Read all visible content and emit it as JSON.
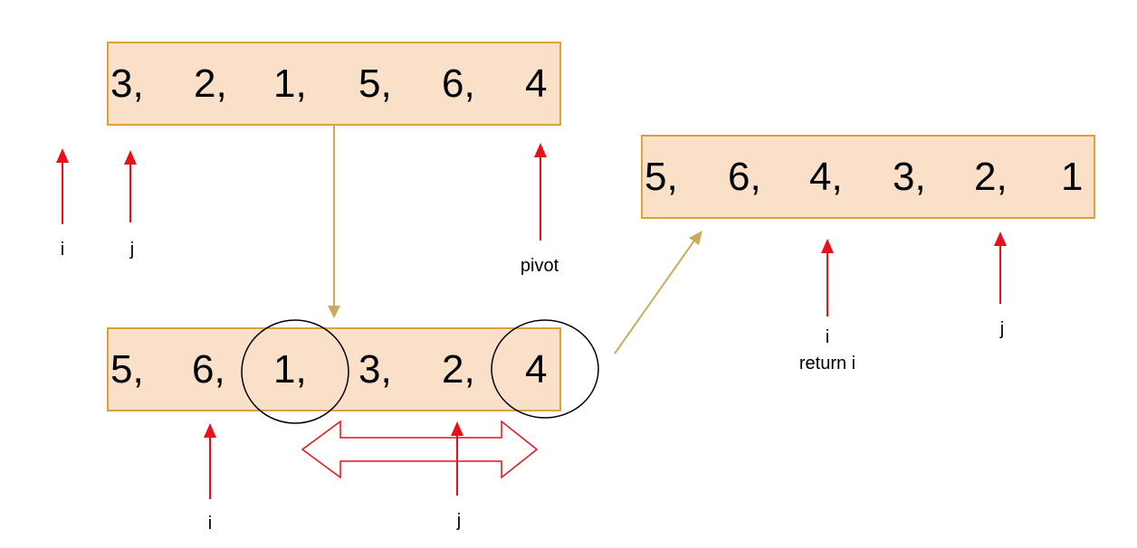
{
  "diagram": {
    "arrays": {
      "initial": [
        "3,",
        "2,",
        "1,",
        "5,",
        "6,",
        "4"
      ],
      "partitioned": [
        "5,",
        "6,",
        "1,",
        "3,",
        "2,",
        "4"
      ],
      "result": [
        "5,",
        "6,",
        "4,",
        "3,",
        "2,",
        "1"
      ]
    },
    "labels": {
      "initial_i": "i",
      "initial_j": "j",
      "initial_pivot": "pivot",
      "partition_i": "i",
      "partition_j": "j",
      "result_i": "i",
      "result_return": "return i",
      "result_j": "j"
    },
    "colors": {
      "box_fill": "#FAE0C9",
      "box_border": "#D9A33A",
      "pointer_arrow": "#E8111B",
      "flow_arrow": "#C9AB5E",
      "circle": "#000000"
    }
  }
}
